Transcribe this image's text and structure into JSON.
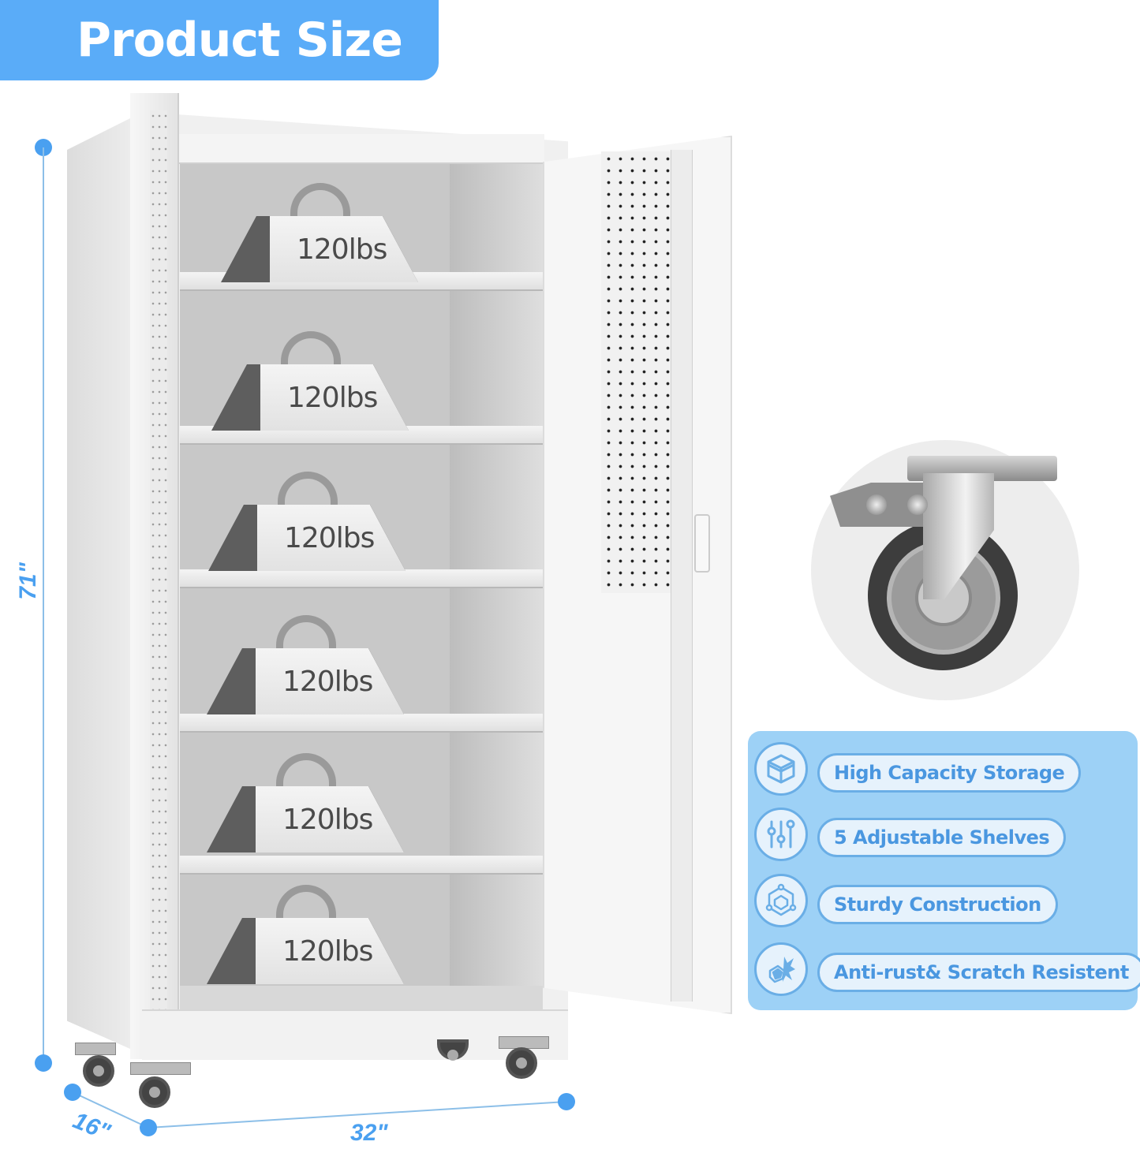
{
  "title": "Product Size",
  "dimensions": {
    "height": "71\"",
    "depth": "16\"",
    "width": "32\""
  },
  "shelf_capacity": {
    "weights": [
      "120lbs",
      "120lbs",
      "120lbs",
      "120lbs",
      "120lbs",
      "120lbs"
    ]
  },
  "features": [
    {
      "icon": "box-icon",
      "label": "High Capacity Storage"
    },
    {
      "icon": "sliders-icon",
      "label": "5 Adjustable Shelves"
    },
    {
      "icon": "structure-icon",
      "label": "Sturdy Construction"
    },
    {
      "icon": "shield-splash-icon",
      "label": "Anti-rust& Scratch Resistent"
    }
  ],
  "colors": {
    "accent": "#5aacf8",
    "dimension_line": "#4aa0f0",
    "feature_panel": "#9dd1f6",
    "feature_text": "#4a97e0"
  }
}
